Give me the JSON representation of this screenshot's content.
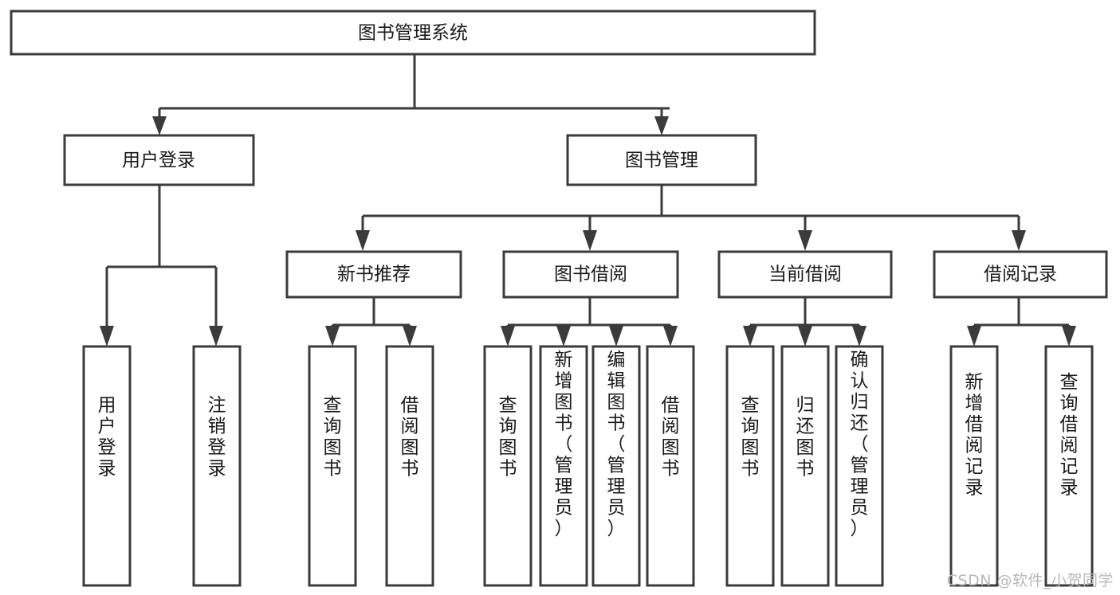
{
  "diagram": {
    "title": "图书管理系统",
    "type": "hierarchy-tree",
    "levels": 4,
    "root": {
      "id": "root",
      "label": "图书管理系统",
      "orientation": "horizontal"
    },
    "level2": [
      {
        "id": "user-login",
        "label": "用户登录",
        "orientation": "horizontal"
      },
      {
        "id": "book-management",
        "label": "图书管理",
        "orientation": "horizontal"
      }
    ],
    "level3": [
      {
        "id": "new-book-recommend",
        "label": "新书推荐",
        "orientation": "horizontal",
        "parent": "book-management"
      },
      {
        "id": "book-borrow",
        "label": "图书借阅",
        "orientation": "horizontal",
        "parent": "book-management"
      },
      {
        "id": "current-borrow",
        "label": "当前借阅",
        "orientation": "horizontal",
        "parent": "book-management"
      },
      {
        "id": "borrow-record",
        "label": "借阅记录",
        "orientation": "horizontal",
        "parent": "book-management"
      }
    ],
    "leaves": [
      {
        "id": "leaf-user-login",
        "label": "用户登录",
        "orientation": "vertical",
        "parent": "user-login"
      },
      {
        "id": "leaf-logout-login",
        "label": "注销登录",
        "orientation": "vertical",
        "parent": "user-login"
      },
      {
        "id": "leaf-query-book-1",
        "label": "查询图书",
        "orientation": "vertical",
        "parent": "new-book-recommend"
      },
      {
        "id": "leaf-borrow-book-1",
        "label": "借阅图书",
        "orientation": "vertical",
        "parent": "new-book-recommend"
      },
      {
        "id": "leaf-query-book-2",
        "label": "查询图书",
        "orientation": "vertical",
        "parent": "book-borrow"
      },
      {
        "id": "leaf-add-book",
        "label": "新增图书（管理员）",
        "orientation": "vertical",
        "parent": "book-borrow"
      },
      {
        "id": "leaf-edit-book",
        "label": "编辑图书（管理员）",
        "orientation": "vertical",
        "parent": "book-borrow"
      },
      {
        "id": "leaf-borrow-book-2",
        "label": "借阅图书",
        "orientation": "vertical",
        "parent": "book-borrow"
      },
      {
        "id": "leaf-query-book-3",
        "label": "查询图书",
        "orientation": "vertical",
        "parent": "current-borrow"
      },
      {
        "id": "leaf-return-book",
        "label": "归还图书",
        "orientation": "vertical",
        "parent": "current-borrow"
      },
      {
        "id": "leaf-confirm-return",
        "label": "确认归还（管理员）",
        "orientation": "vertical",
        "parent": "current-borrow"
      },
      {
        "id": "leaf-add-record",
        "label": "新增借阅记录",
        "orientation": "vertical",
        "parent": "borrow-record"
      },
      {
        "id": "leaf-query-record",
        "label": "查询借阅记录",
        "orientation": "vertical",
        "parent": "borrow-record"
      }
    ]
  },
  "watermark": {
    "text": "CSDN @软件_小贺同学"
  },
  "colors": {
    "box_stroke": "#3b3b3b",
    "box_fill": "#ffffff",
    "connector": "#3b3b3b",
    "label_text": "#1a1a1a",
    "watermark": "#b8b8b8",
    "background": "#ffffff"
  }
}
